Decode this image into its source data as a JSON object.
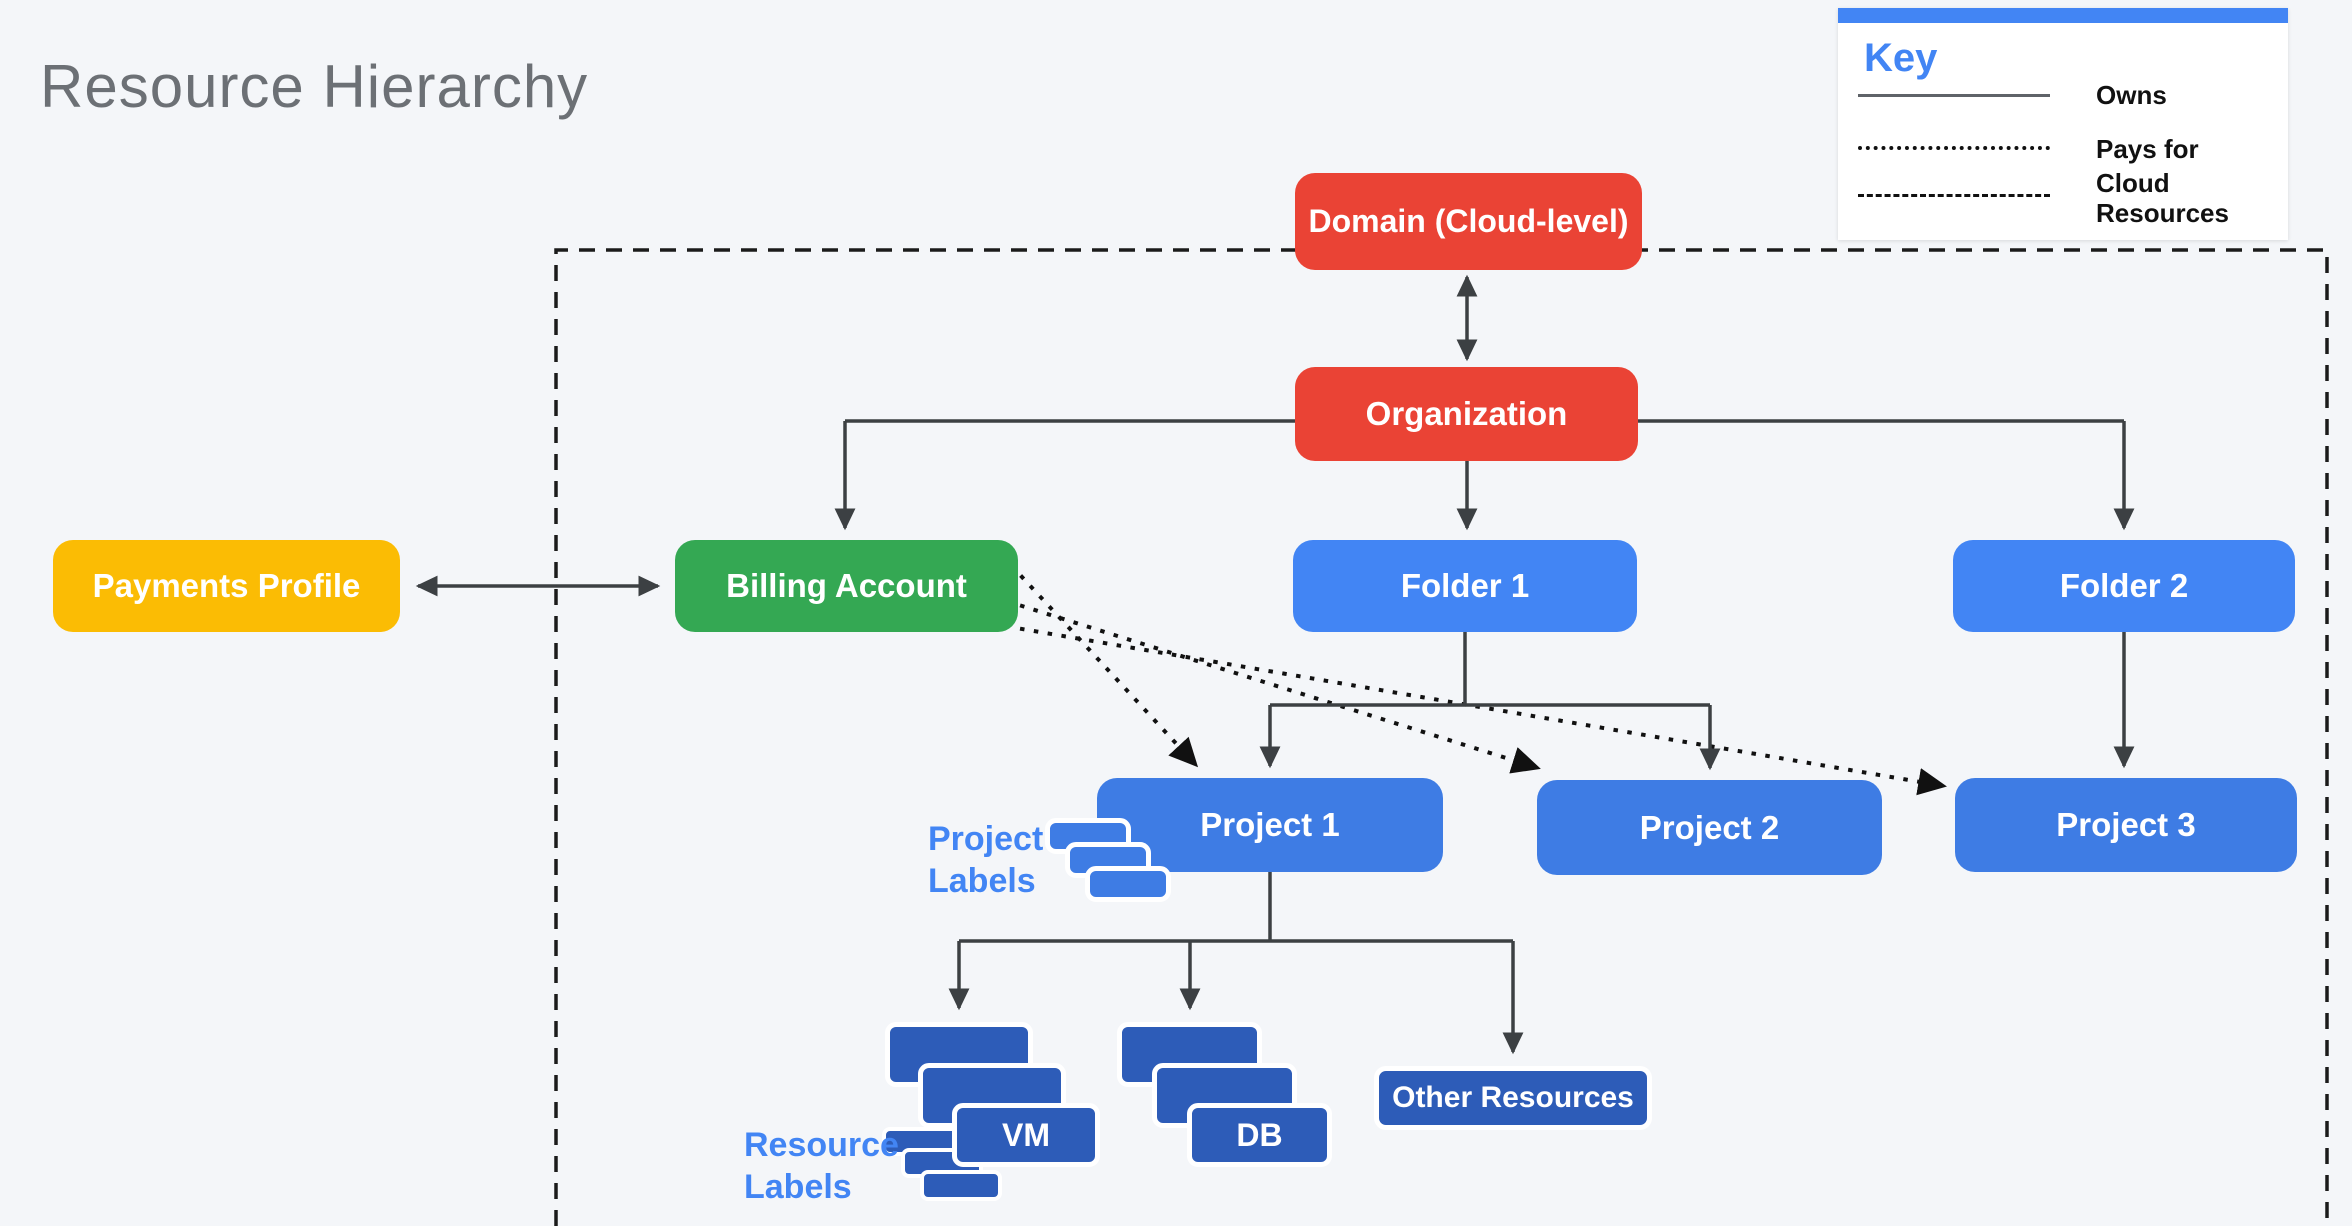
{
  "title": "Resource Hierarchy",
  "key": {
    "title": "Key",
    "items": [
      {
        "label": "Owns",
        "style": "solid"
      },
      {
        "label": "Pays for",
        "style": "dotted"
      },
      {
        "label": "Cloud Resources",
        "style": "dashed"
      }
    ]
  },
  "nodes": {
    "domain": {
      "label": "Domain (Cloud-level)",
      "color": "#EA4335"
    },
    "organization": {
      "label": "Organization",
      "color": "#EA4335"
    },
    "payments_profile": {
      "label": "Payments Profile",
      "color": "#FBBC04"
    },
    "billing_account": {
      "label": "Billing Account",
      "color": "#34A853"
    },
    "folder1": {
      "label": "Folder 1",
      "color": "#4285F4"
    },
    "folder2": {
      "label": "Folder 2",
      "color": "#4285F4"
    },
    "project1": {
      "label": "Project 1",
      "color": "#3E7CE4"
    },
    "project2": {
      "label": "Project 2",
      "color": "#3E7CE4"
    },
    "project3": {
      "label": "Project 3",
      "color": "#3E7CE4"
    },
    "vm": {
      "label": "VM",
      "color": "#2D5CB8"
    },
    "db": {
      "label": "DB",
      "color": "#2D5CB8"
    },
    "other_resources": {
      "label": "Other Resources",
      "color": "#2D5CB8"
    }
  },
  "annotations": {
    "project_labels": "Project Labels",
    "resource_labels": "Resource Labels"
  },
  "colors": {
    "background": "#F4F6F9",
    "red": "#EA4335",
    "green": "#34A853",
    "yellow": "#FBBC04",
    "folder_blue": "#4285F4",
    "project_blue": "#3E7CE4",
    "chip_blue": "#2D5CB8",
    "label_chip_blue": "#3E7CE4",
    "annotation_blue": "#4285F4",
    "line_dark": "#3C4043",
    "key_accent": "#4285F4"
  }
}
